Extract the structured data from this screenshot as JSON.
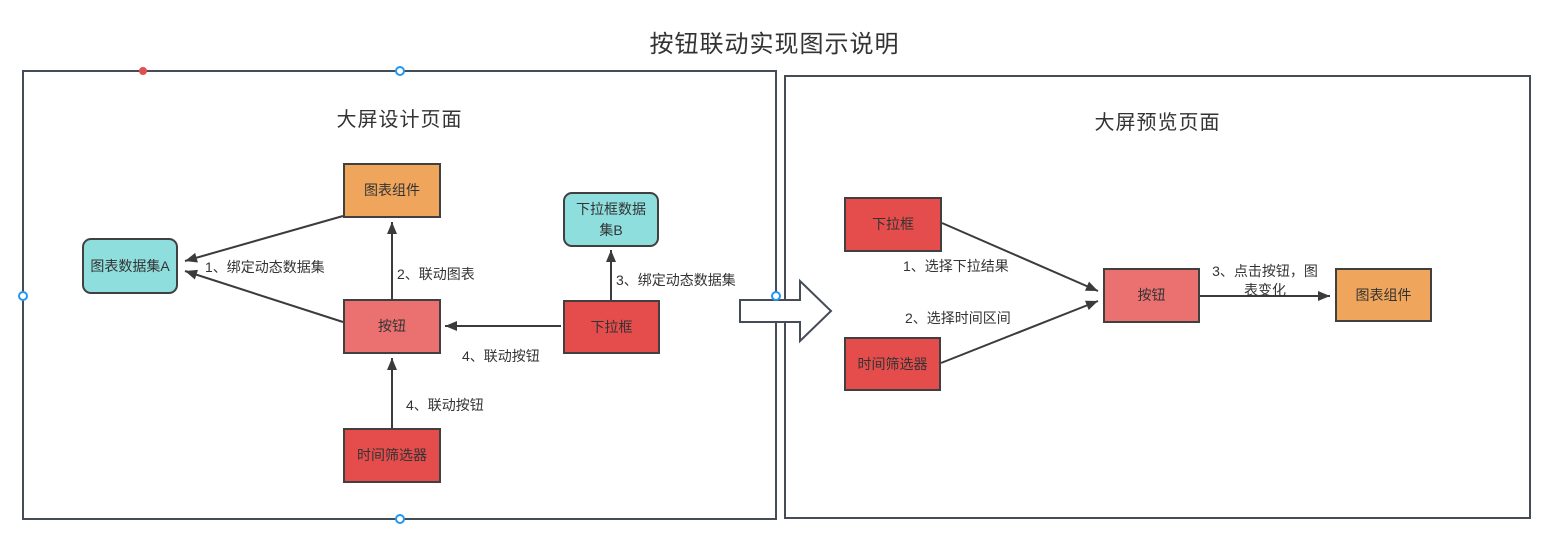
{
  "page_title": "按钮联动实现图示说明",
  "colors": {
    "node_red": "#E54C4C",
    "node_salmon": "#EB7170",
    "node_orange": "#F0A55C",
    "node_cyan": "#8EDEDE",
    "panel_border": "#454B57",
    "node_border": "#404040",
    "line": "#3B3B3B",
    "text": "#333333",
    "handle_blue": "#2196F3",
    "handle_red": "#E05050"
  },
  "left_panel": {
    "title": "大屏设计页面",
    "nodes": {
      "chart_component": "图表组件",
      "chart_dataset_a": "图表数据集A",
      "dropdown_dataset_b": "下拉框数据集B",
      "button": "按钮",
      "dropdown": "下拉框",
      "time_filter": "时间筛选器"
    },
    "edge_labels": {
      "bind_dynamic_dataset": "1、绑定动态数据集",
      "link_chart": "2、联动图表",
      "bind_dynamic_dataset_b": "3、绑定动态数据集",
      "link_button_from_dropdown": "4、联动按钮",
      "link_button_from_time_filter": "4、联动按钮"
    }
  },
  "right_panel": {
    "title": "大屏预览页面",
    "nodes": {
      "dropdown": "下拉框",
      "time_filter": "时间筛选器",
      "button": "按钮",
      "chart_component": "图表组件"
    },
    "edge_labels": {
      "step1": "1、选择下拉结果",
      "step2": "2、选择时间区间",
      "step3": "3、点击按钮，图表变化"
    }
  }
}
